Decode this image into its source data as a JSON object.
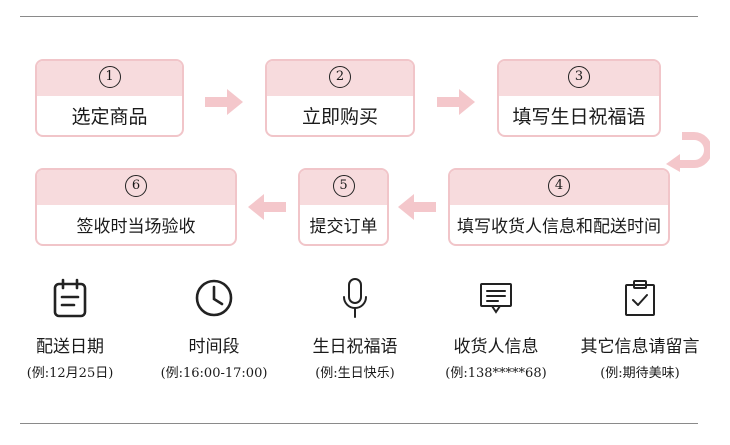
{
  "steps": [
    {
      "num": "1",
      "label": "选定商品"
    },
    {
      "num": "2",
      "label": "立即购买"
    },
    {
      "num": "3",
      "label": "填写生日祝福语"
    },
    {
      "num": "4",
      "label": "填写收货人信息和配送时间"
    },
    {
      "num": "5",
      "label": "提交订单"
    },
    {
      "num": "6",
      "label": "签收时当场验收"
    }
  ],
  "features": [
    {
      "icon": "calendar-icon",
      "title": "配送日期",
      "example": "(例:12月25日)"
    },
    {
      "icon": "clock-icon",
      "title": "时间段",
      "example": "(例:16:00-17:00)"
    },
    {
      "icon": "microphone-icon",
      "title": "生日祝福语",
      "example": "(例:生日快乐)"
    },
    {
      "icon": "message-icon",
      "title": "收货人信息",
      "example": "(例:138*****68)"
    },
    {
      "icon": "clipboard-check-icon",
      "title": "其它信息请留言",
      "example": "(例:期待美味)"
    }
  ],
  "colors": {
    "card_border": "#f1c5c9",
    "card_header": "#f7dbdd",
    "arrow": "#f4c7cb"
  }
}
